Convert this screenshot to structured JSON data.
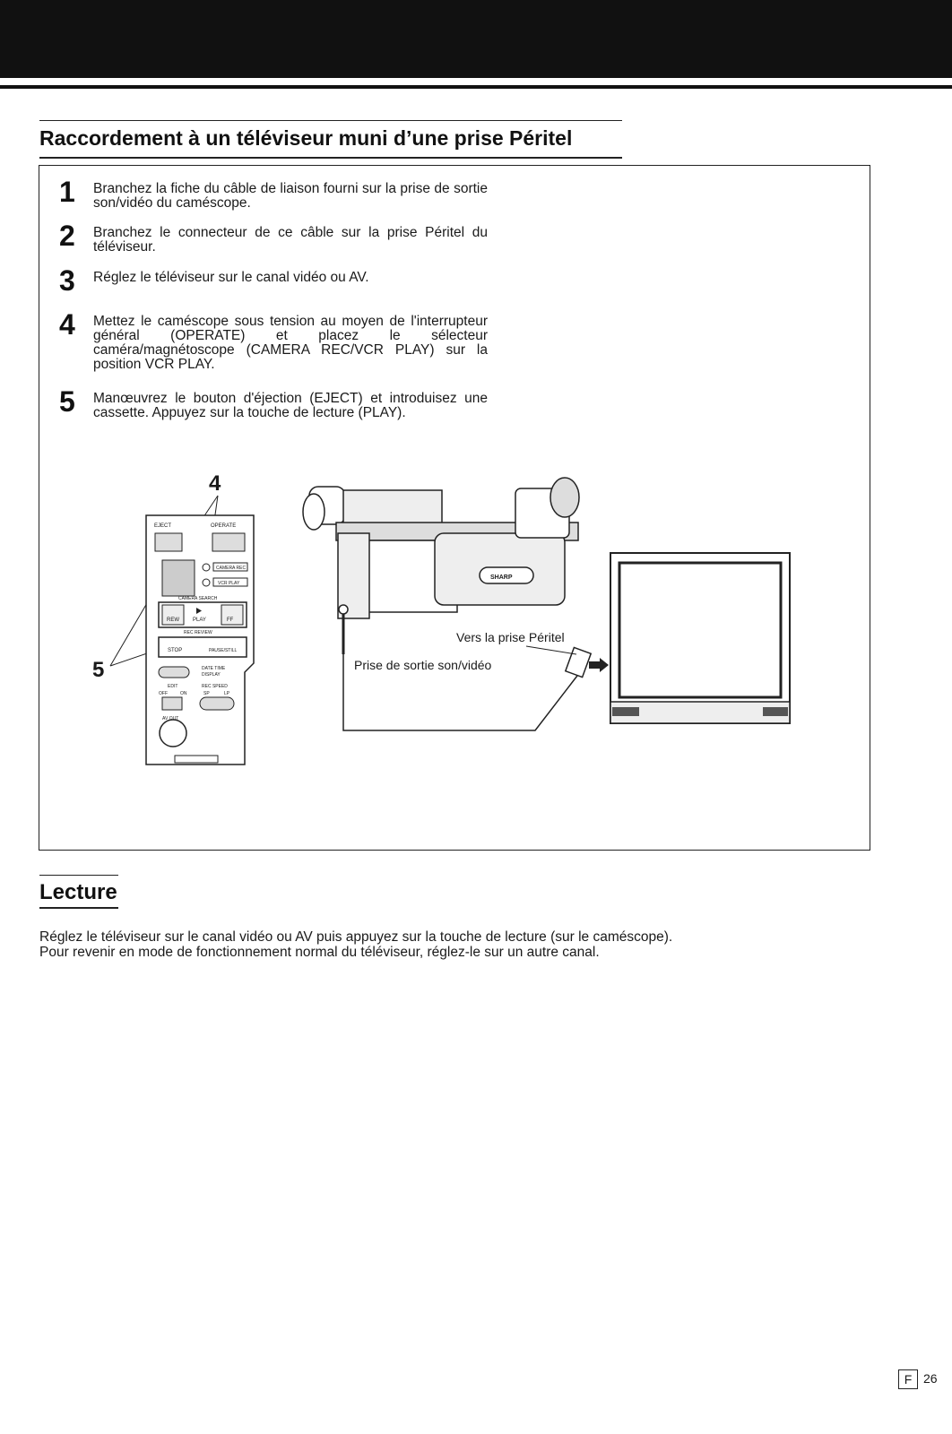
{
  "section1": {
    "title": "Raccordement à un téléviseur muni d’une prise Péritel",
    "steps": [
      {
        "num": "1",
        "text": "Branchez la fiche du câble de liaison fourni sur la prise de sortie son/vidéo du caméscope."
      },
      {
        "num": "2",
        "text": "Branchez le connecteur de ce câble sur la prise Péritel du téléviseur."
      },
      {
        "num": "3",
        "text": "Réglez le téléviseur sur le canal vidéo ou AV."
      },
      {
        "num": "4",
        "text": "Mettez le caméscope sous tension au moyen de l'interrupteur général (OPERATE) et placez le sélecteur caméra/magnétoscope (CAMERA REC/VCR PLAY) sur la position VCR PLAY."
      },
      {
        "num": "5",
        "text": "Manœuvrez le bouton d'éjection (EJECT) et introduisez une cassette. Appuyez sur la touche de lecture (PLAY)."
      }
    ]
  },
  "diagram": {
    "callout_top": "4",
    "callout_left": "5",
    "label_peritel": "Vers la prise Péritel",
    "label_output": "Prise de sortie son/vidéo",
    "panel": {
      "eject": "EJECT",
      "operate": "OPERATE",
      "camera_rec": "CAMERA REC",
      "vcr_play": "VCR PLAY",
      "camera_search": "CAMERA SEARCH",
      "rew": "REW",
      "play": "PLAY",
      "ff": "FF",
      "rec_review": "REC REVIEW",
      "stop": "STOP",
      "pause_still": "PAUSE/STILL",
      "date_time": "DATE TIME",
      "display": "DISPLAY",
      "edit": "EDIT",
      "off": "OFF",
      "on": "ON",
      "rec_speed": "REC SPEED",
      "sp": "SP",
      "lp": "LP",
      "av_out": "AV OUT"
    },
    "brand": "SHARP"
  },
  "section2": {
    "title": "Lecture",
    "lines": [
      "Réglez le téléviseur sur le canal vidéo ou AV puis appuyez sur la touche de lecture (sur le caméscope).",
      "Pour revenir en mode de fonctionnement normal du téléviseur, réglez-le sur un autre canal."
    ]
  },
  "footer": {
    "lang": "F",
    "page": "26"
  }
}
